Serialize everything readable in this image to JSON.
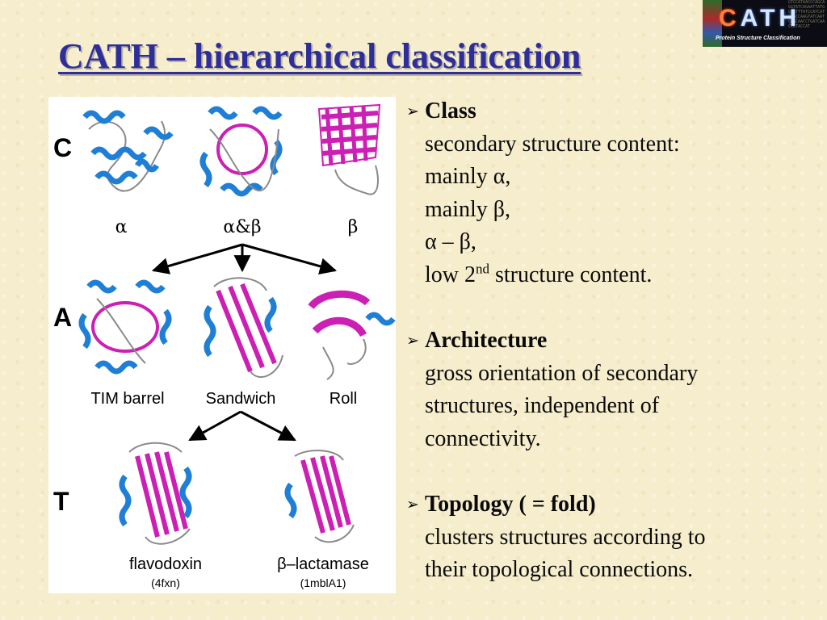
{
  "logo": {
    "text": "CATH",
    "subtitle": "Protein Structure Classification",
    "sequence": "GTCCATAACCCAGCAGGTATCAGAATTATGCCGTTTATCCATCATCAGCCAAGTATCAATCGGCAACCTGATCAACCGTACCAT"
  },
  "slide": {
    "title": "CATH – hierarchical classification"
  },
  "figure": {
    "row_letters": [
      "C",
      "A",
      "T"
    ],
    "class_labels": [
      "α",
      "α&β",
      "β"
    ],
    "architecture_labels": [
      "TIM barrel",
      "Sandwich",
      "Roll"
    ],
    "topology_labels": [
      "flavodoxin",
      "β–lactamase"
    ],
    "topology_codes": [
      "(4fxn)",
      "(1mblA1)"
    ],
    "colors": {
      "helix": "#1f7fd6",
      "strand": "#cc1fb4",
      "coil": "#8a8a8a",
      "arrow": "#000000"
    }
  },
  "bullets": [
    {
      "heading": "Class",
      "lines": [
        "secondary structure content:",
        "mainly α,",
        "mainly β,",
        "α – β,"
      ],
      "last_line": {
        "prefix": "low 2",
        "sup": "nd",
        "suffix": " structure content."
      }
    },
    {
      "heading": "Architecture",
      "lines": [
        "gross orientation of secondary",
        "structures, independent of",
        "connectivity."
      ]
    },
    {
      "heading": "Topology ( = fold)",
      "lines": [
        "clusters structures according to",
        "their topological connections."
      ]
    }
  ],
  "icons": {
    "bullet": "arrow-bullet-icon"
  }
}
